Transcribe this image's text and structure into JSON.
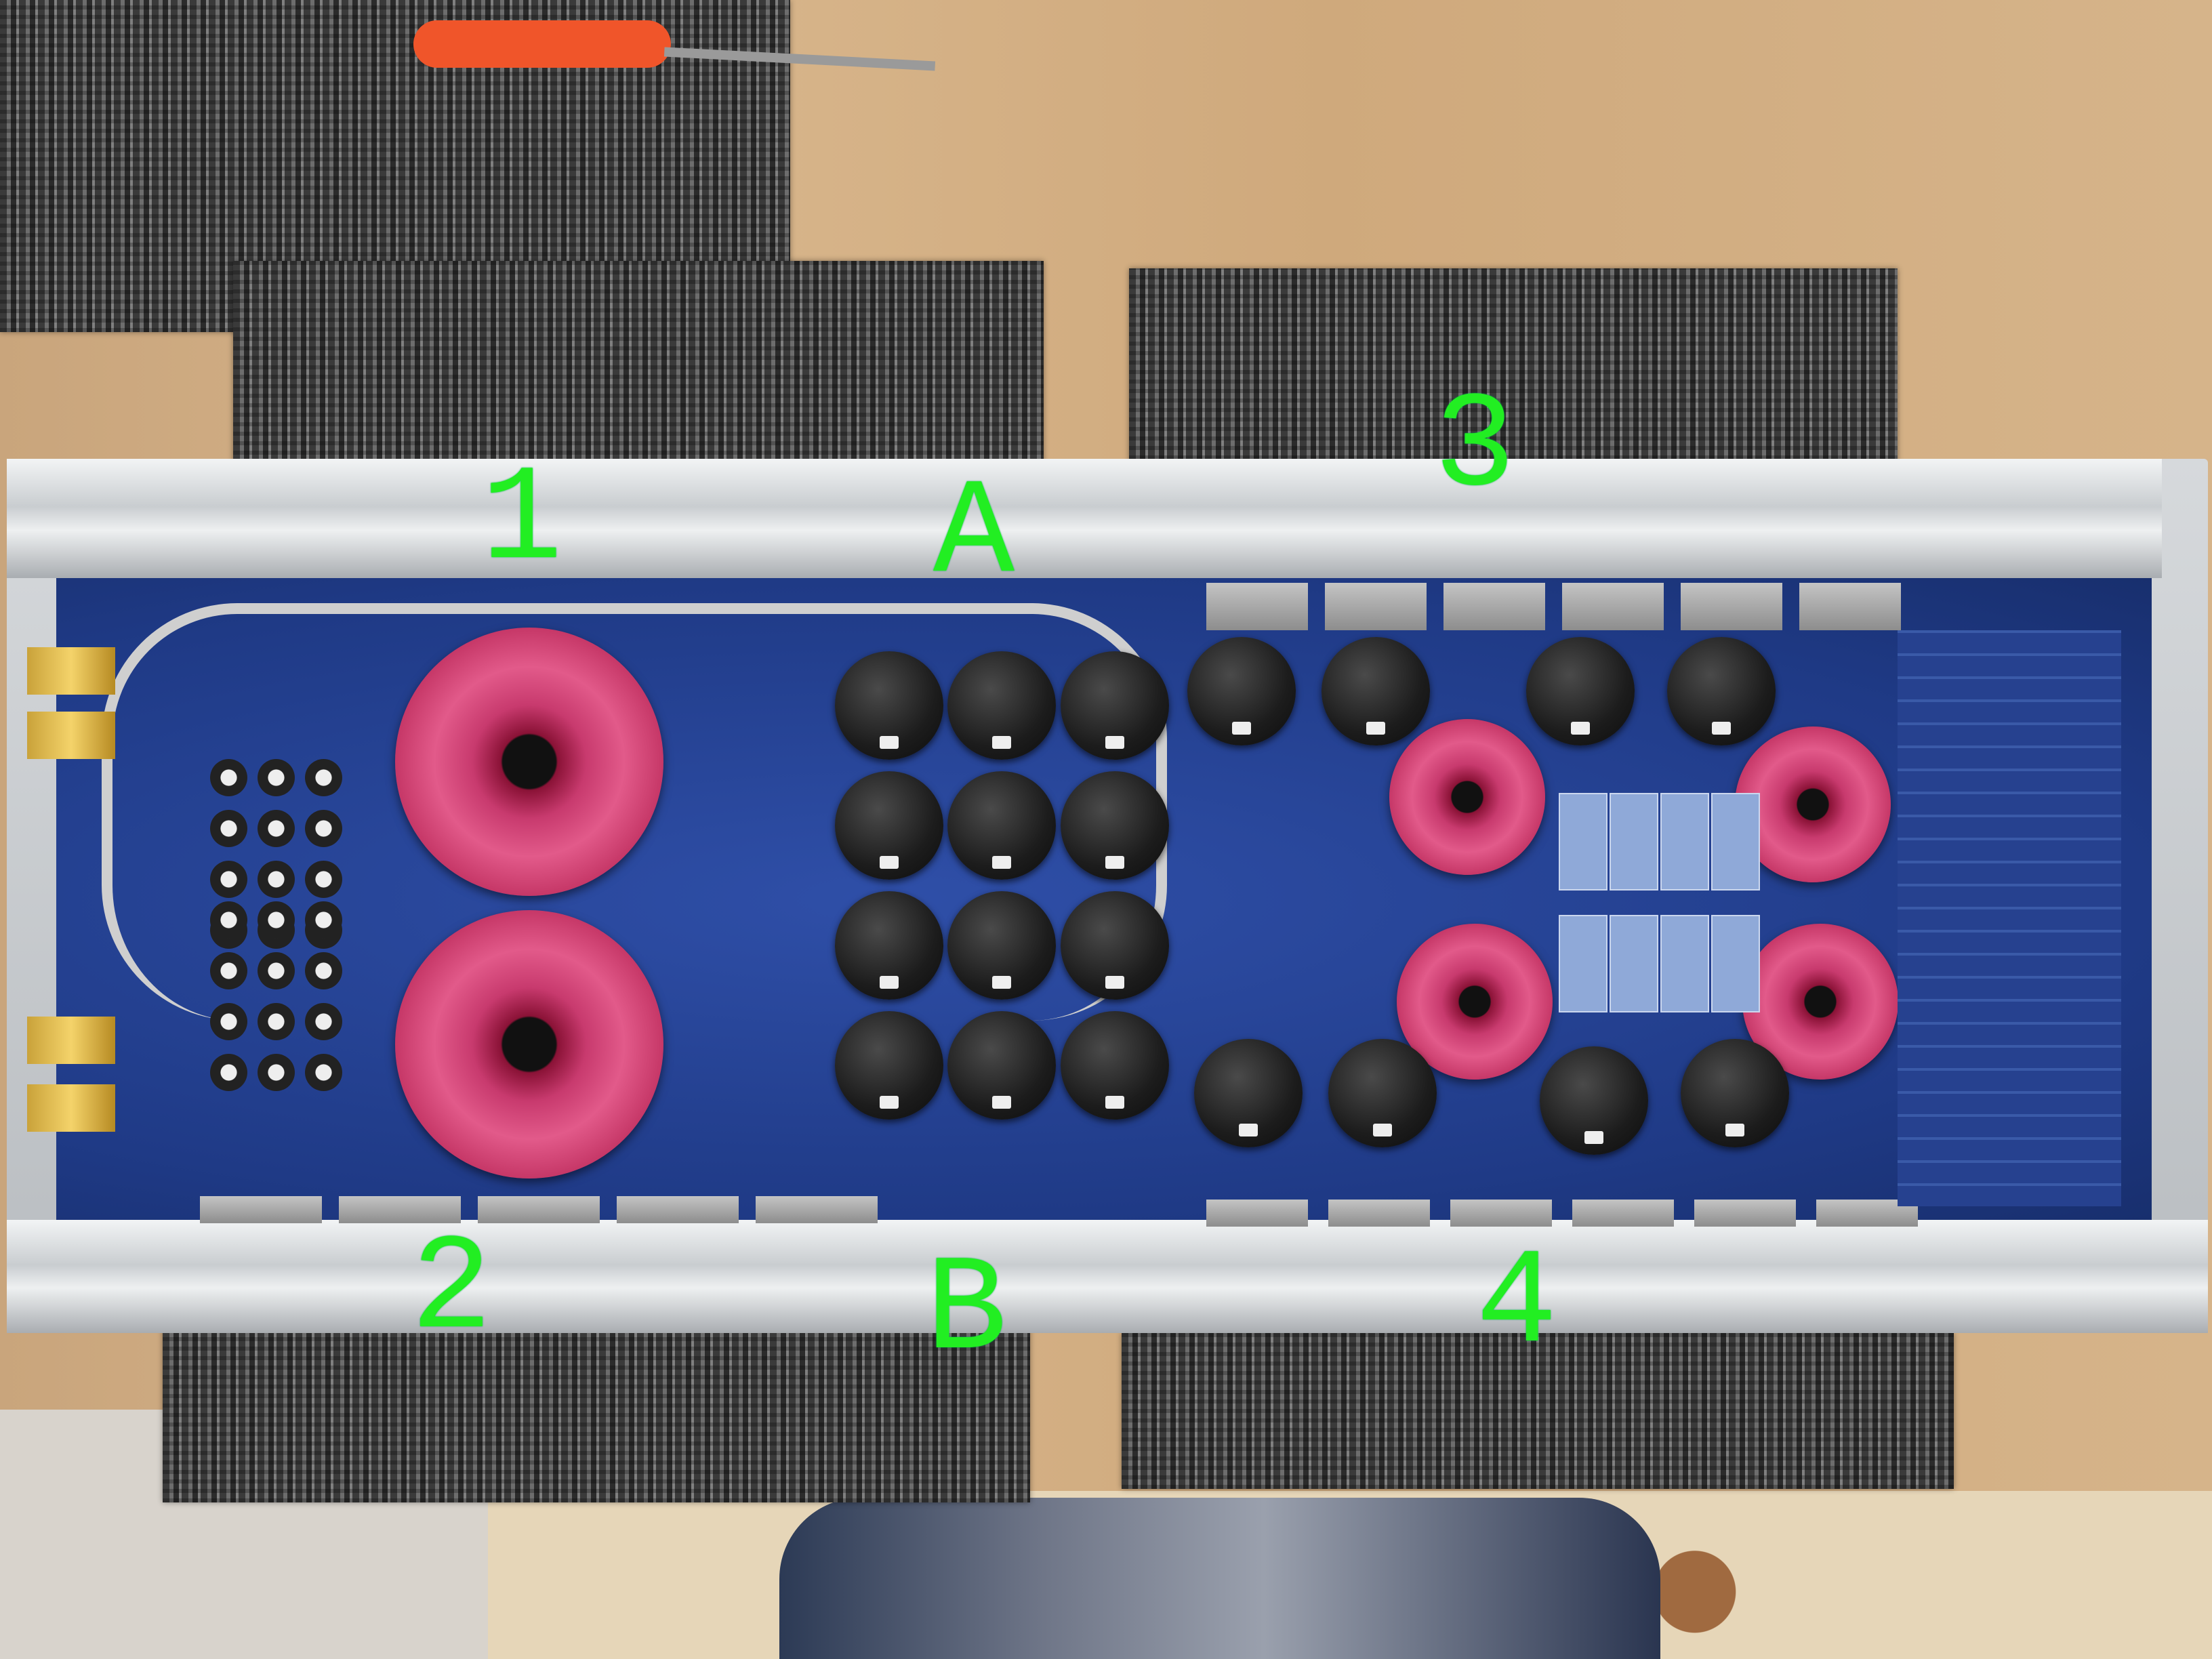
{
  "labels": {
    "channel_1": "1",
    "channel_2": "2",
    "channel_3": "3",
    "channel_4": "4",
    "section_a": "A",
    "section_b": "B"
  },
  "colors": {
    "label_green": "#22ee22",
    "pcb_blue": "#1f3a86",
    "toroid_pink": "#c83a6e"
  }
}
